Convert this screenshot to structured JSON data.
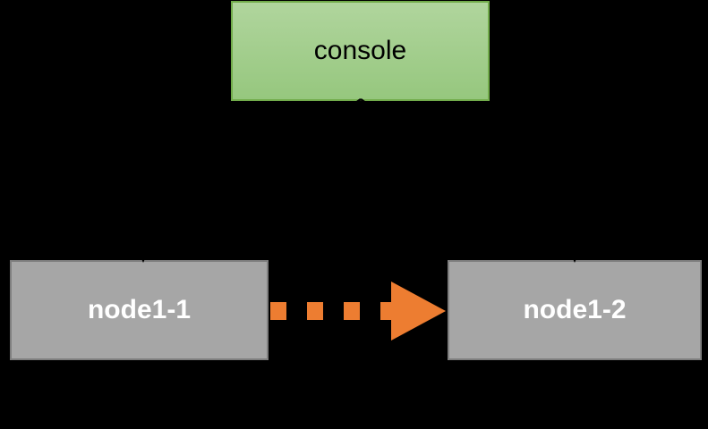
{
  "diagram": {
    "console_label": "console",
    "left_node_label": "node1-1",
    "right_node_label": "node1-2"
  },
  "colors": {
    "background": "#000000",
    "console_fill_top": "#b0d59d",
    "console_fill_bottom": "#96c77e",
    "console_border": "#72ac4b",
    "console_text": "#000000",
    "node_fill": "#a6a6a6",
    "node_border": "#7f7f7f",
    "node_text": "#ffffff",
    "arrow_orange": "#ed7d31",
    "connector_black": "#000000"
  }
}
